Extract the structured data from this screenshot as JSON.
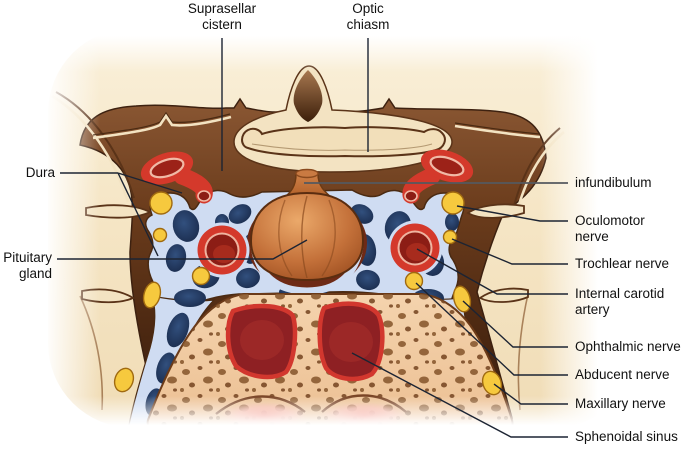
{
  "figure": {
    "description_visible_text_only": "",
    "labels": {
      "top": [
        {
          "id": "suprasellar-cistern",
          "text": "Suprasellar\ncistern"
        },
        {
          "id": "optic-chiasm",
          "text": "Optic\nchiasm"
        }
      ],
      "left": [
        {
          "id": "dura",
          "text": "Dura"
        },
        {
          "id": "pituitary-gland",
          "text": "Pituitary\ngland"
        }
      ],
      "right": [
        {
          "id": "infundibulum",
          "text": "infundibulum"
        },
        {
          "id": "oculomotor-nerve",
          "text": "Oculomotor\nnerve"
        },
        {
          "id": "trochlear-nerve",
          "text": "Trochlear nerve"
        },
        {
          "id": "internal-carotid-artery",
          "text": "Internal carotid\nartery"
        },
        {
          "id": "ophthalmic-nerve",
          "text": "Ophthalmic nerve"
        },
        {
          "id": "abducent-nerve",
          "text": "Abducent nerve"
        },
        {
          "id": "maxillary-nerve",
          "text": "Maxillary nerve"
        },
        {
          "id": "sphenoidal-sinus",
          "text": "Sphenoidal sinus"
        }
      ]
    },
    "colors": {
      "artery_red": "#d4392b",
      "artery_lumen_dark": "#8c1d15",
      "nerve_yellow": "#f6c93e",
      "sinus_blue": "#cfdcf2",
      "venous_navy": "#1c2f52",
      "pituitary_orange": "#c4713a",
      "dura_brown": "#5f3417",
      "bone_tan": "#f0cba3",
      "sinus_cavity_red": "#8e2023",
      "background_cream": "#f5e5c4",
      "leader_line": "#1c2433"
    }
  }
}
